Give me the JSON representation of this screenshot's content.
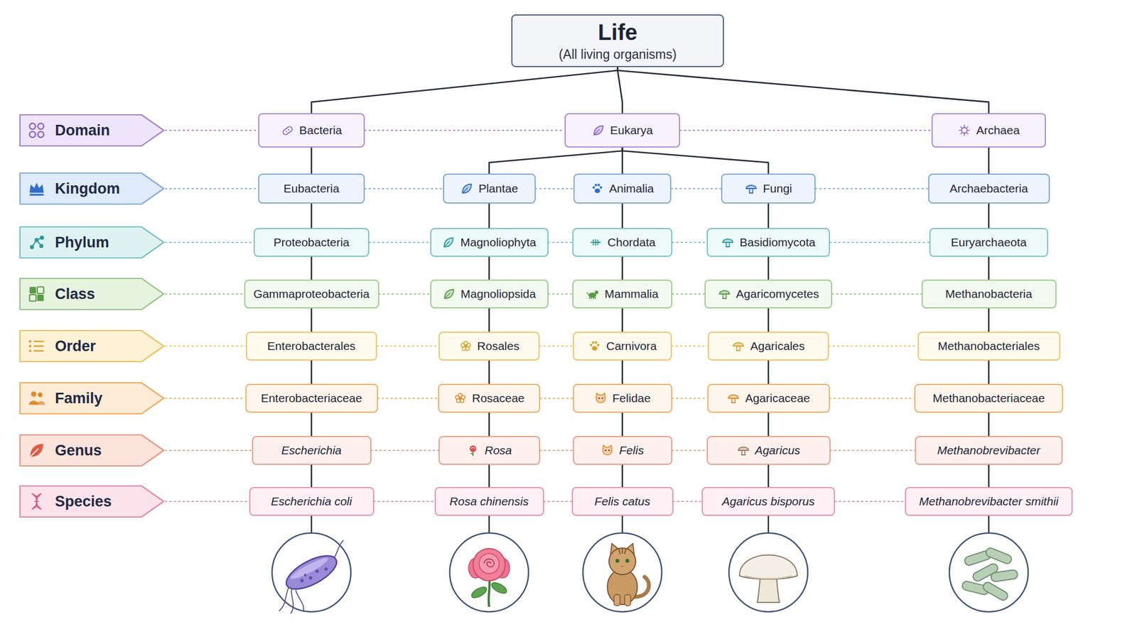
{
  "diagram": {
    "nodes": [
      {
        "text": [
          "Life",
          "(All living organisms)"
        ]
      },
      {
        "text": [
          "Domain"
        ]
      },
      {
        "text": [
          "Bacteria"
        ]
      },
      {
        "text": [
          "Eukarya"
        ]
      },
      {
        "text": [
          "Archaea"
        ]
      },
      {
        "text": [
          "Kingdom"
        ]
      },
      {
        "text": [
          "Eubacteria"
        ]
      },
      {
        "text": [
          "Plantae"
        ]
      },
      {
        "text": [
          "Animalia"
        ]
      },
      {
        "text": [
          "Fungi"
        ]
      },
      {
        "text": [
          "Archaebacteria"
        ]
      },
      {
        "text": [
          "Phylum"
        ]
      },
      {
        "text": [
          "Proteobacteria"
        ]
      },
      {
        "text": [
          "Magnoliophyta"
        ]
      },
      {
        "text": [
          "Chordata"
        ]
      },
      {
        "text": [
          "Basidiomycota"
        ]
      },
      {
        "text": [
          "Euryarchaeota"
        ]
      },
      {
        "text": [
          "Class"
        ]
      },
      {
        "text": [
          "Gammaproteobacteria"
        ]
      },
      {
        "text": [
          "Magnoliopsida"
        ]
      },
      {
        "text": [
          "Mammalia"
        ]
      },
      {
        "text": [
          "Agaricomycetes"
        ]
      },
      {
        "text": [
          "Methanobacteria"
        ]
      },
      {
        "text": [
          "Order"
        ]
      },
      {
        "text": [
          "Enterobacterales"
        ]
      },
      {
        "text": [
          "Rosales"
        ]
      },
      {
        "text": [
          "Carnivora"
        ]
      },
      {
        "text": [
          "Agaricales"
        ]
      },
      {
        "text": [
          "Methanobacteriales"
        ]
      },
      {
        "text": [
          "Family"
        ]
      },
      {
        "text": [
          "Enterobacteriaceae"
        ]
      },
      {
        "text": [
          "Rosaceae"
        ]
      },
      {
        "text": [
          "Felidae"
        ]
      },
      {
        "text": [
          "Agaricaceae"
        ]
      },
      {
        "text": [
          "Methanobacteriaceae"
        ]
      },
      {
        "text": [
          "Genus"
        ]
      },
      {
        "text": [
          "Escherichia"
        ]
      },
      {
        "text": [
          "Rosa"
        ]
      },
      {
        "text": [
          "Felis"
        ]
      },
      {
        "text": [
          "Agaricus"
        ]
      },
      {
        "text": [
          "Methanobrevibacter"
        ]
      },
      {
        "text": [
          "Species"
        ]
      },
      {
        "text": [
          "Escherichia coli"
        ]
      },
      {
        "text": [
          "Rosa chinensis"
        ]
      },
      {
        "text": [
          "Felis catus"
        ]
      },
      {
        "text": [
          "Agaricus bisporus"
        ]
      },
      {
        "text": [
          "Methanobrevibacter smithii"
        ]
      }
    ],
    "edges": [
      {
        "from": 0,
        "to": 2,
        "arrow": "none"
      },
      {
        "from": 0,
        "to": 3,
        "arrow": "none"
      },
      {
        "from": 0,
        "to": 4,
        "arrow": "none"
      },
      {
        "from": 2,
        "to": 6,
        "arrow": "none"
      },
      {
        "from": 3,
        "to": 7,
        "arrow": "none"
      },
      {
        "from": 3,
        "to": 8,
        "arrow": "none"
      },
      {
        "from": 3,
        "to": 9,
        "arrow": "none"
      },
      {
        "from": 4,
        "to": 10,
        "arrow": "none"
      },
      {
        "from": 6,
        "to": 12,
        "arrow": "none"
      },
      {
        "from": 7,
        "to": 13,
        "arrow": "none"
      },
      {
        "from": 8,
        "to": 14,
        "arrow": "none"
      },
      {
        "from": 9,
        "to": 15,
        "arrow": "none"
      },
      {
        "from": 10,
        "to": 16,
        "arrow": "none"
      },
      {
        "from": 12,
        "to": 18,
        "arrow": "none"
      },
      {
        "from": 13,
        "to": 19,
        "arrow": "none"
      },
      {
        "from": 14,
        "to": 20,
        "arrow": "none"
      },
      {
        "from": 15,
        "to": 21,
        "arrow": "none"
      },
      {
        "from": 16,
        "to": 22,
        "arrow": "none"
      },
      {
        "from": 18,
        "to": 24,
        "arrow": "none"
      },
      {
        "from": 19,
        "to": 25,
        "arrow": "none"
      },
      {
        "from": 20,
        "to": 26,
        "arrow": "none"
      },
      {
        "from": 21,
        "to": 27,
        "arrow": "none"
      },
      {
        "from": 22,
        "to": 28,
        "arrow": "none"
      },
      {
        "from": 24,
        "to": 30,
        "arrow": "none"
      },
      {
        "from": 25,
        "to": 31,
        "arrow": "none"
      },
      {
        "from": 26,
        "to": 32,
        "arrow": "none"
      },
      {
        "from": 27,
        "to": 33,
        "arrow": "none"
      },
      {
        "from": 28,
        "to": 34,
        "arrow": "none"
      },
      {
        "from": 30,
        "to": 36,
        "arrow": "none"
      },
      {
        "from": 31,
        "to": 37,
        "arrow": "none"
      },
      {
        "from": 32,
        "to": 38,
        "arrow": "none"
      },
      {
        "from": 33,
        "to": 39,
        "arrow": "none"
      },
      {
        "from": 34,
        "to": 40,
        "arrow": "none"
      },
      {
        "from": 36,
        "to": 42,
        "arrow": "none"
      },
      {
        "from": 37,
        "to": 43,
        "arrow": "none"
      },
      {
        "from": 38,
        "to": 44,
        "arrow": "none"
      },
      {
        "from": 39,
        "to": 45,
        "arrow": "none"
      },
      {
        "from": 40,
        "to": 46,
        "arrow": "none"
      },
      {
        "from": 1,
        "to": 2,
        "arrow": "none"
      },
      {
        "from": 2,
        "to": 3,
        "arrow": "none"
      },
      {
        "from": 3,
        "to": 4,
        "arrow": "none"
      },
      {
        "from": 5,
        "to": 6,
        "arrow": "none"
      },
      {
        "from": 6,
        "to": 7,
        "arrow": "none"
      },
      {
        "from": 7,
        "to": 8,
        "arrow": "none"
      },
      {
        "from": 8,
        "to": 9,
        "arrow": "none"
      },
      {
        "from": 9,
        "to": 10,
        "arrow": "none"
      },
      {
        "from": 11,
        "to": 12,
        "arrow": "none"
      },
      {
        "from": 12,
        "to": 13,
        "arrow": "none"
      },
      {
        "from": 13,
        "to": 14,
        "arrow": "none"
      },
      {
        "from": 14,
        "to": 15,
        "arrow": "none"
      },
      {
        "from": 15,
        "to": 16,
        "arrow": "none"
      },
      {
        "from": 17,
        "to": 18,
        "arrow": "none"
      },
      {
        "from": 18,
        "to": 19,
        "arrow": "none"
      },
      {
        "from": 19,
        "to": 20,
        "arrow": "none"
      },
      {
        "from": 20,
        "to": 21,
        "arrow": "none"
      },
      {
        "from": 21,
        "to": 22,
        "arrow": "none"
      },
      {
        "from": 23,
        "to": 24,
        "arrow": "none"
      },
      {
        "from": 24,
        "to": 25,
        "arrow": "none"
      },
      {
        "from": 25,
        "to": 26,
        "arrow": "none"
      },
      {
        "from": 26,
        "to": 27,
        "arrow": "none"
      },
      {
        "from": 27,
        "to": 28,
        "arrow": "none"
      },
      {
        "from": 29,
        "to": 30,
        "arrow": "none"
      },
      {
        "from": 30,
        "to": 31,
        "arrow": "none"
      },
      {
        "from": 31,
        "to": 32,
        "arrow": "none"
      },
      {
        "from": 32,
        "to": 33,
        "arrow": "none"
      },
      {
        "from": 33,
        "to": 34,
        "arrow": "none"
      },
      {
        "from": 35,
        "to": 36,
        "arrow": "none"
      },
      {
        "from": 36,
        "to": 37,
        "arrow": "none"
      },
      {
        "from": 37,
        "to": 38,
        "arrow": "none"
      },
      {
        "from": 38,
        "to": 39,
        "arrow": "none"
      },
      {
        "from": 39,
        "to": 40,
        "arrow": "none"
      },
      {
        "from": 41,
        "to": 42,
        "arrow": "none"
      },
      {
        "from": 42,
        "to": 43,
        "arrow": "none"
      },
      {
        "from": 43,
        "to": 44,
        "arrow": "none"
      },
      {
        "from": 44,
        "to": 45,
        "arrow": "none"
      },
      {
        "from": 45,
        "to": 46,
        "arrow": "none"
      }
    ]
  }
}
